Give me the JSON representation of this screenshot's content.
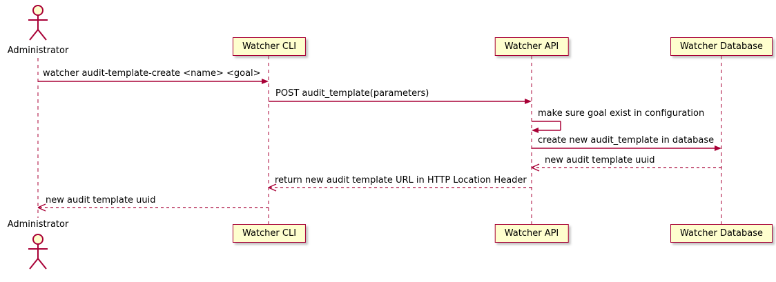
{
  "diagram": {
    "type": "sequence-diagram",
    "actor_top_label": "Administrator",
    "actor_bottom_label": "Administrator",
    "participants": [
      {
        "label": "Watcher CLI"
      },
      {
        "label": "Watcher API"
      },
      {
        "label": "Watcher Database"
      }
    ],
    "messages": [
      {
        "text": "watcher audit-template-create <name> <goal>",
        "from": "Administrator",
        "to": "Watcher CLI",
        "style": "solid"
      },
      {
        "text": "POST audit_template(parameters)",
        "from": "Watcher CLI",
        "to": "Watcher API",
        "style": "solid"
      },
      {
        "text": "make sure goal exist in configuration",
        "from": "Watcher API",
        "to": "Watcher API",
        "style": "self"
      },
      {
        "text": "create new audit_template in database",
        "from": "Watcher API",
        "to": "Watcher Database",
        "style": "solid"
      },
      {
        "text": "new audit template uuid",
        "from": "Watcher Database",
        "to": "Watcher API",
        "style": "dashed"
      },
      {
        "text": "return new audit template URL in HTTP Location Header",
        "from": "Watcher API",
        "to": "Watcher CLI",
        "style": "dashed"
      },
      {
        "text": "new audit template uuid",
        "from": "Watcher CLI",
        "to": "Administrator",
        "style": "dashed"
      }
    ],
    "colors": {
      "border": "#A80036",
      "participant_fill": "#FEFECE",
      "lifeline": "#A80036",
      "text": "#000000",
      "background": "#FFFFFF"
    }
  }
}
